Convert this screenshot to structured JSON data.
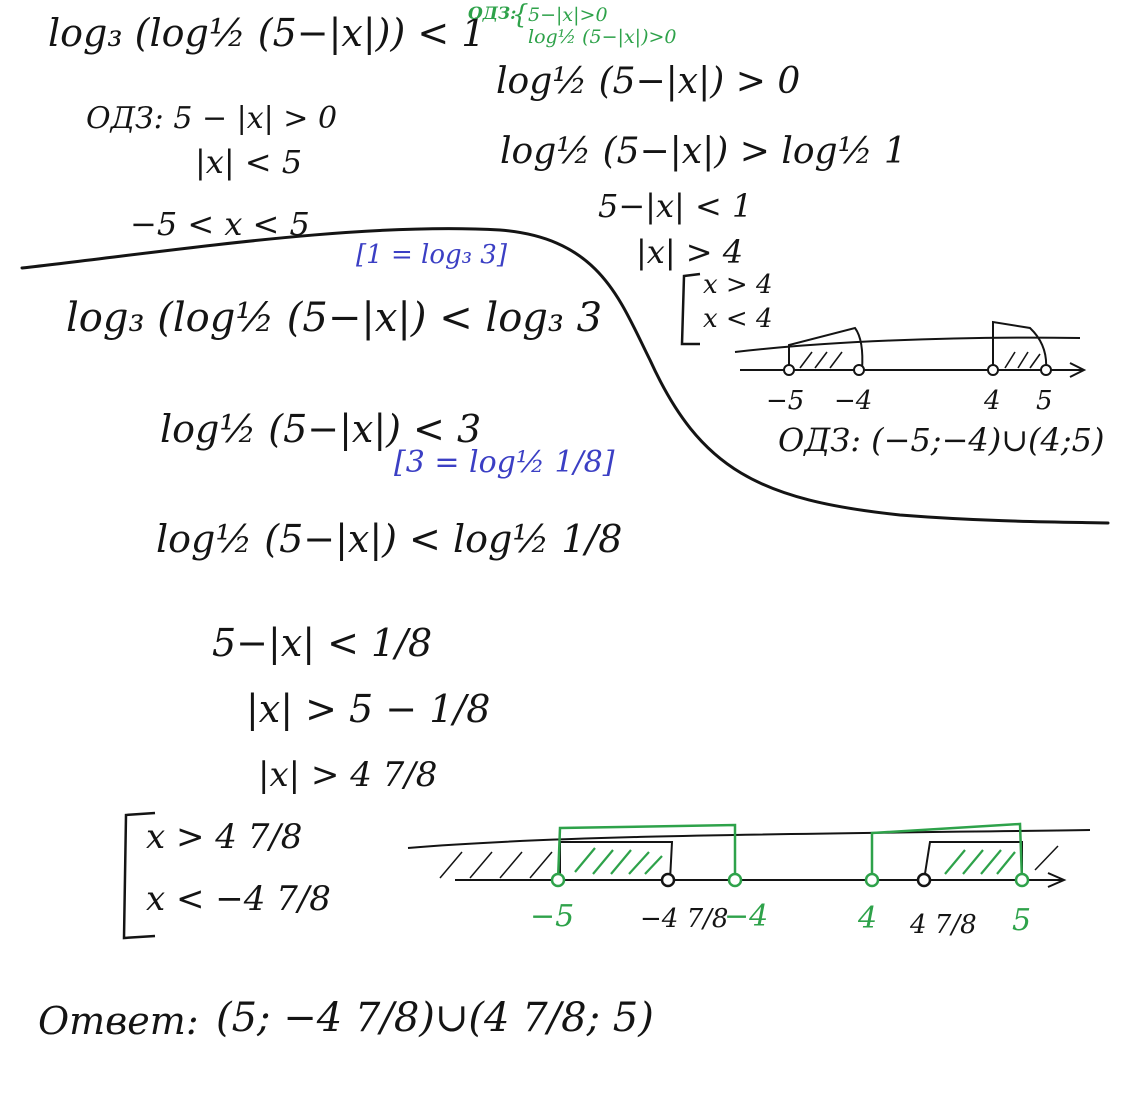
{
  "top": {
    "original_inequality": "log₃ (log½ (5−|x|)) < 1",
    "odz1_line1": "ОДЗ: 5 − |x| > 0",
    "odz1_line2": "|x| < 5",
    "odz1_line3": "−5 < x < 5"
  },
  "odz2": {
    "system_label": "ОДЗ:",
    "system_line1": "5−|x|>0",
    "system_line2": "log½ (5−|x|)>0",
    "step1": "log½ (5−|x|) > 0",
    "step2": "log½ (5−|x|) > log½ 1",
    "step3": "5−|x| < 1",
    "step4": "|x| > 4",
    "case1": "x > 4",
    "case2": "x < 4",
    "axis_ticks": [
      "−5",
      "−4",
      "4",
      "5"
    ],
    "result": "ОДЗ: (−5;−4)∪(4;5)"
  },
  "solution": {
    "note1": "[1 = log₃ 3]",
    "step1": "log₃ (log½ (5−|x|) < log₃ 3",
    "step2": "log½ (5−|x|) < 3",
    "note2": "[3 = log½ 1/8]",
    "step3": "log½ (5−|x|) < log½ 1/8",
    "step4": "5−|x| < 1/8",
    "step5": "|x| > 5 − 1/8",
    "step6": "|x| > 4 7/8",
    "case1": "x > 4 7/8",
    "case2": "x < −4 7/8"
  },
  "final_axis": {
    "tick_m5": "−5",
    "tick_m4_7_8": "−4 7/8",
    "tick_m4": "−4",
    "tick_4": "4",
    "tick_4_7_8": "4 7/8",
    "tick_5": "5"
  },
  "answer": {
    "label": "Ответ:",
    "value": "(5; −4 7/8)∪(4 7/8; 5)"
  },
  "colors": {
    "ink_black": "#141414",
    "ink_green": "#2ea24a",
    "ink_blue": "#3b3fc4",
    "paper": "#ffffff"
  }
}
